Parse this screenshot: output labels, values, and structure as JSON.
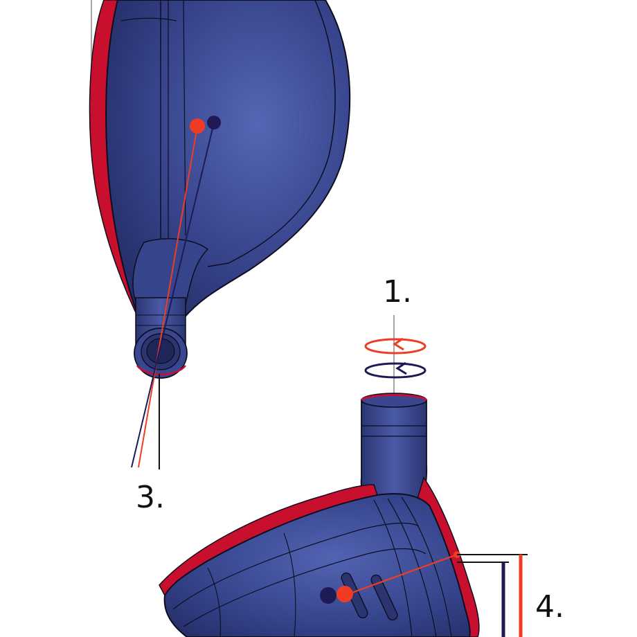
{
  "callouts": {
    "label_1": "1.",
    "label_3": "3.",
    "label_4": "4."
  },
  "colors": {
    "head_body": "#2e3a7a",
    "head_body_light": "#4a5aa8",
    "crown_red": "#c8102e",
    "marker_red": "#f03c24",
    "marker_navy": "#1e1a55",
    "outline": "#0d0d1e"
  },
  "icons": {
    "rotation_arrow_red": "rotate-arrow-icon",
    "rotation_arrow_navy": "rotate-arrow-icon"
  }
}
